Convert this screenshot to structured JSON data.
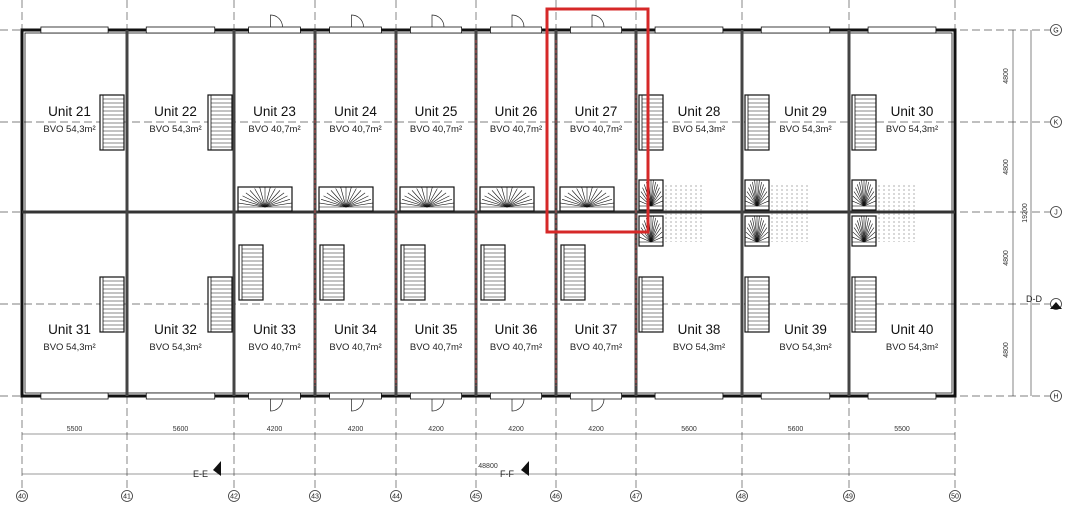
{
  "plan": {
    "units_top": [
      {
        "name": "Unit 21",
        "area": "BVO 54,3m²"
      },
      {
        "name": "Unit 22",
        "area": "BVO 54,3m²"
      },
      {
        "name": "Unit 23",
        "area": "BVO 40,7m²"
      },
      {
        "name": "Unit 24",
        "area": "BVO 40,7m²"
      },
      {
        "name": "Unit 25",
        "area": "BVO 40,7m²"
      },
      {
        "name": "Unit 26",
        "area": "BVO 40,7m²"
      },
      {
        "name": "Unit 27",
        "area": "BVO 40,7m²"
      },
      {
        "name": "Unit 28",
        "area": "BVO 54,3m²"
      },
      {
        "name": "Unit 29",
        "area": "BVO 54,3m²"
      },
      {
        "name": "Unit 30",
        "area": "BVO 54,3m²"
      }
    ],
    "units_bottom": [
      {
        "name": "Unit 31",
        "area": "BVO 54,3m²"
      },
      {
        "name": "Unit 32",
        "area": "BVO 54,3m²"
      },
      {
        "name": "Unit 33",
        "area": "BVO 40,7m²"
      },
      {
        "name": "Unit 34",
        "area": "BVO 40,7m²"
      },
      {
        "name": "Unit 35",
        "area": "BVO 40,7m²"
      },
      {
        "name": "Unit 36",
        "area": "BVO 40,7m²"
      },
      {
        "name": "Unit 37",
        "area": "BVO 40,7m²"
      },
      {
        "name": "Unit 38",
        "area": "BVO 54,3m²"
      },
      {
        "name": "Unit 39",
        "area": "BVO 54,3m²"
      },
      {
        "name": "Unit 40",
        "area": "BVO 54,3m²"
      }
    ],
    "grid_columns": [
      "40",
      "41",
      "42",
      "43",
      "44",
      "45",
      "46",
      "47",
      "48",
      "49",
      "50"
    ],
    "grid_rows": [
      "G",
      "K",
      "J",
      "",
      "H"
    ],
    "column_dims": [
      "5500",
      "5600",
      "4200",
      "4200",
      "4200",
      "4200",
      "4200",
      "5600",
      "5600",
      "5500"
    ],
    "total_width": "48800",
    "row_dims": [
      "4800",
      "4800",
      "4800",
      "4800"
    ],
    "total_depth": "19200",
    "sections": {
      "ee": "E-E",
      "ff": "F-F",
      "dd": "D-D"
    },
    "highlight_color": "#d62828",
    "highlighted_unit": "Unit 27"
  }
}
